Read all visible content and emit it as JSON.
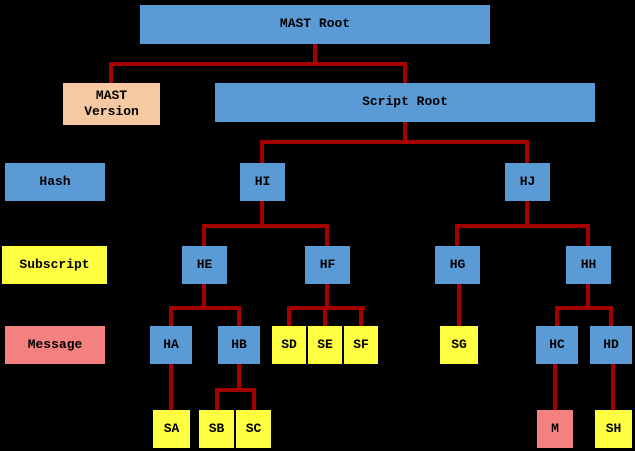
{
  "diagram": {
    "background": "#000000",
    "connector_color": "#a40000",
    "colors": {
      "hash": "#5b9bd5",
      "subscript": "#ffff42",
      "message": "#f4817f",
      "version": "#f6c9a2"
    },
    "row_labels": {
      "hash": "Hash",
      "subscript": "Subscript",
      "message": "Message"
    },
    "nodes": {
      "mast_root": "MAST Root",
      "mast_version": "MAST Version",
      "script_root": "Script Root",
      "hi": "HI",
      "hj": "HJ",
      "he": "HE",
      "hf": "HF",
      "hg": "HG",
      "hh": "HH",
      "ha": "HA",
      "hb": "HB",
      "sd": "SD",
      "se": "SE",
      "sf": "SF",
      "sg": "SG",
      "hc": "HC",
      "hd": "HD",
      "sa": "SA",
      "sb": "SB",
      "sc": "SC",
      "m": "M",
      "sh": "SH"
    }
  }
}
